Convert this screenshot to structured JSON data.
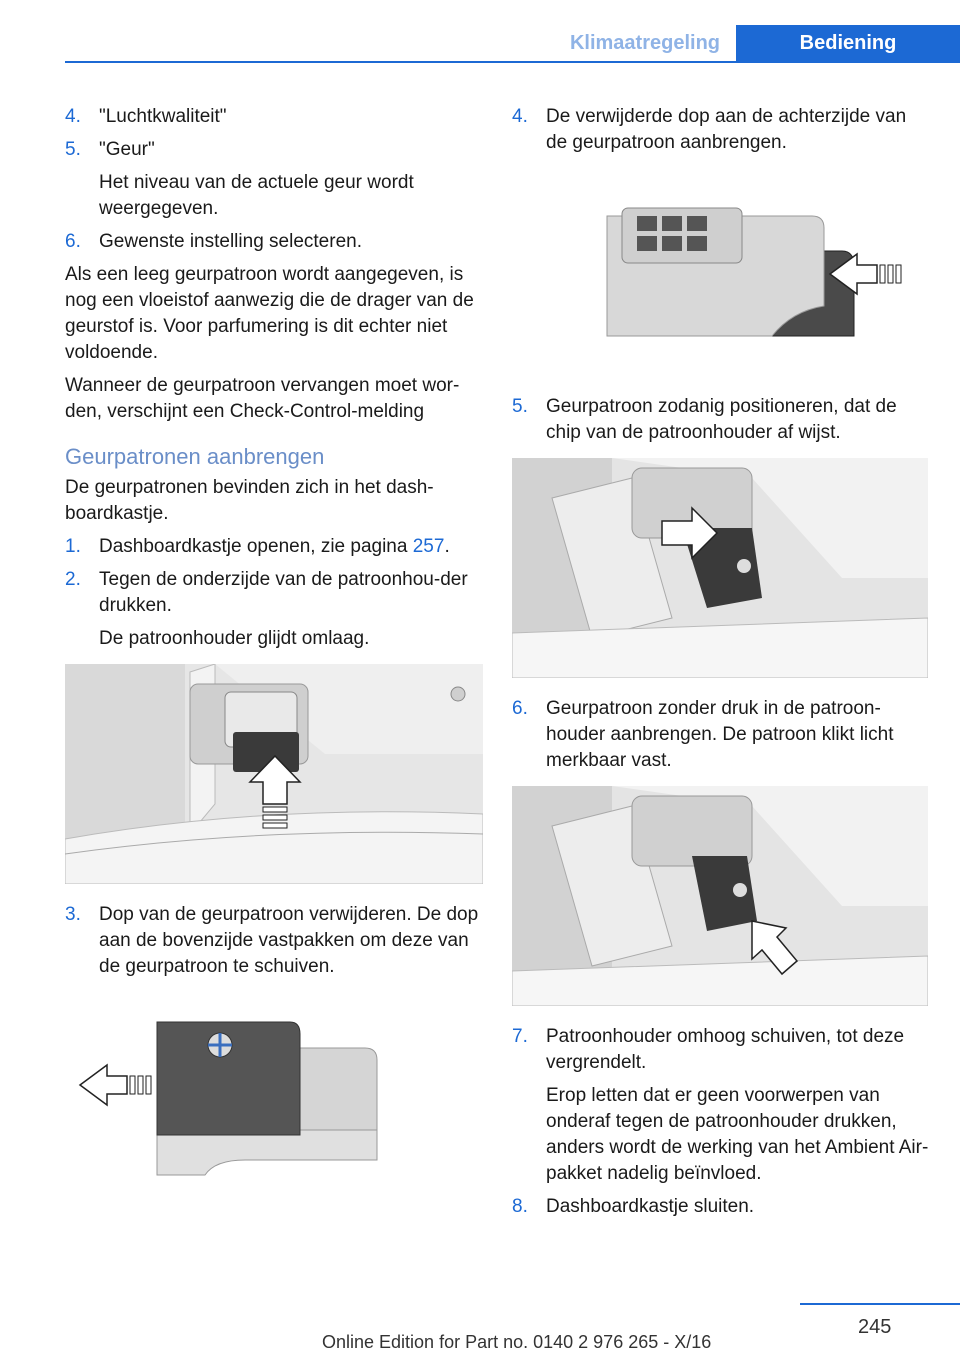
{
  "header": {
    "tab_section": "Klimaatregeling",
    "tab_active": "Bediening"
  },
  "left": {
    "items_a": [
      {
        "num": "4.",
        "text": "\"Luchtkwaliteit\""
      },
      {
        "num": "5.",
        "text": "\"Geur\"",
        "sub": "Het niveau van de actuele geur wordt weergegeven."
      },
      {
        "num": "6.",
        "text": "Gewenste instelling selecteren."
      }
    ],
    "para1": "Als een leeg geurpatroon wordt aangegeven, is nog een vloeistof aanwezig die de drager van de geurstof is. Voor parfumering is dit echter niet voldoende.",
    "para2": "Wanneer de geurpatroon vervangen moet wor‐den, verschijnt een Check-Control-melding",
    "heading": "Geurpatronen aanbrengen",
    "intro": "De geurpatronen bevinden zich in het dash‐boardkastje.",
    "items_b": [
      {
        "num": "1.",
        "text_before": "Dashboardkastje openen, zie pagina ",
        "link": "257",
        "text_after": "."
      },
      {
        "num": "2.",
        "text": "Tegen de onderzijde van de patroonhou‐der drukken.",
        "sub": "De patroonhouder glijdt omlaag."
      },
      {
        "num": "3.",
        "text": "Dop van de geurpatroon verwijderen. De dop aan de bovenzijde vastpakken om deze van de geurpatroon te schuiven."
      }
    ]
  },
  "right": {
    "items": [
      {
        "num": "4.",
        "text": "De verwijderde dop aan de achterzijde van de geurpatroon aanbrengen."
      },
      {
        "num": "5.",
        "text": "Geurpatroon zodanig positioneren, dat de chip van de patroonhouder af wijst."
      },
      {
        "num": "6.",
        "text": "Geurpatroon zonder druk in de patroon‐houder aanbrengen. De patroon klikt licht merkbaar vast."
      },
      {
        "num": "7.",
        "text": "Patroonhouder omhoog schuiven, tot deze vergrendelt.",
        "sub": "Erop letten dat er geen voorwerpen van onderaf tegen de patroonhouder drukken, anders wordt de werking van het Ambient Air-pakket nadelig beïnvloed."
      },
      {
        "num": "8.",
        "text": "Dashboardkastje sluiten."
      }
    ]
  },
  "footer": {
    "page": "245",
    "edition": "Online Edition for Part no. 0140 2 976 265 - X/16"
  },
  "colors": {
    "accent": "#1c69d4",
    "heading": "#6a8ec8"
  },
  "icons": [
    "arrow-icon"
  ]
}
